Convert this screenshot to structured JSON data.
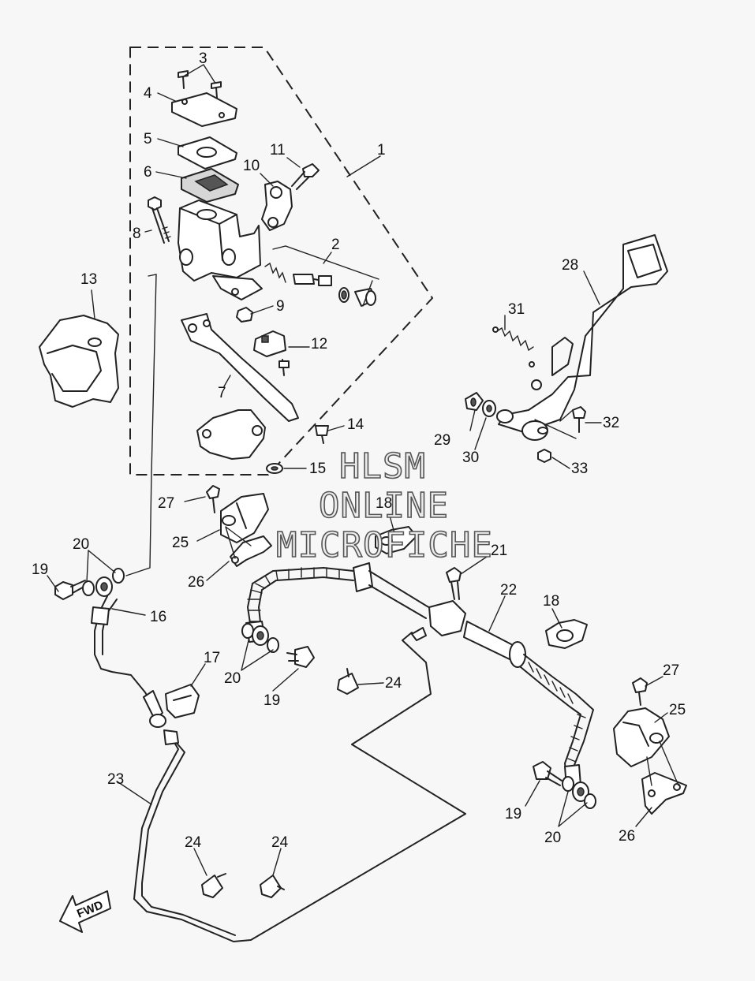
{
  "diagram": {
    "callouts": [
      "1",
      "2",
      "3",
      "4",
      "5",
      "6",
      "7",
      "8",
      "9",
      "10",
      "11",
      "12",
      "13",
      "14",
      "15",
      "16",
      "17",
      "18",
      "19",
      "20",
      "21",
      "22",
      "23",
      "24",
      "25",
      "26",
      "27",
      "28",
      "29",
      "30",
      "31",
      "32",
      "33"
    ],
    "repeated_callouts": {
      "18b": "18",
      "19b": "19",
      "19c": "19",
      "20b": "20",
      "20c": "20",
      "24b": "24",
      "24c": "24",
      "25b": "25",
      "26b": "26",
      "27b": "27"
    },
    "direction_label": "FWD"
  },
  "watermark": {
    "line1": "HLSM",
    "line2": "ONLINE",
    "line3": "MICROFICHE"
  }
}
